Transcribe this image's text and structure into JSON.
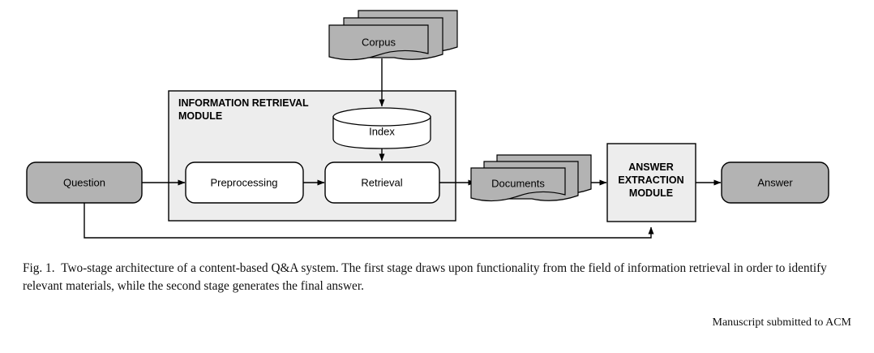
{
  "figure": {
    "type": "flow-diagram",
    "title_in_caption": "Fig. 1.",
    "colors": {
      "node_gray_fill": "#b3b3b3",
      "module_panel_fill": "#ededed",
      "white_fill": "#ffffff",
      "stroke": "#000000",
      "page_background": "#ffffff"
    },
    "nodes": {
      "corpus": {
        "label": "Corpus",
        "shape": "document-stack",
        "fill": "#b3b3b3"
      },
      "index": {
        "label": "Index",
        "shape": "cylinder",
        "fill": "#ffffff"
      },
      "question": {
        "label": "Question",
        "shape": "rounded-rect",
        "fill": "#b3b3b3"
      },
      "preprocessing": {
        "label": "Preprocessing",
        "shape": "rounded-rect",
        "fill": "#ffffff"
      },
      "retrieval": {
        "label": "Retrieval",
        "shape": "rounded-rect",
        "fill": "#ffffff"
      },
      "documents": {
        "label": "Documents",
        "shape": "document-stack",
        "fill": "#b3b3b3"
      },
      "answer_extraction_module": {
        "label_line1": "ANSWER",
        "label_line2": "EXTRACTION",
        "label_line3": "MODULE",
        "shape": "rect",
        "fill": "#ededed"
      },
      "answer": {
        "label": "Answer",
        "shape": "rounded-rect",
        "fill": "#b3b3b3"
      }
    },
    "panels": {
      "information_retrieval_module": {
        "title_line1": "INFORMATION RETRIEVAL",
        "title_line2": "MODULE",
        "fill": "#ededed"
      }
    },
    "edges": [
      {
        "from": "corpus",
        "to": "index",
        "arrow": true
      },
      {
        "from": "index",
        "to": "retrieval",
        "arrow": true
      },
      {
        "from": "question",
        "to": "preprocessing",
        "arrow": true
      },
      {
        "from": "preprocessing",
        "to": "retrieval",
        "arrow": true
      },
      {
        "from": "retrieval",
        "to": "documents",
        "arrow": true
      },
      {
        "from": "documents",
        "to": "answer_extraction_module",
        "arrow": true
      },
      {
        "from": "answer_extraction_module",
        "to": "answer",
        "arrow": true
      },
      {
        "from": "question",
        "to": "answer_extraction_module",
        "arrow": true,
        "style": "feedback-bottom-routed"
      }
    ]
  },
  "caption": {
    "label": "Fig. 1.",
    "text": "Two-stage architecture of a content-based Q&A system. The first stage draws upon functionality from the field of information retrieval in order to identify relevant materials, while the second stage generates the final answer."
  },
  "footer": {
    "note": "Manuscript submitted to ACM"
  }
}
